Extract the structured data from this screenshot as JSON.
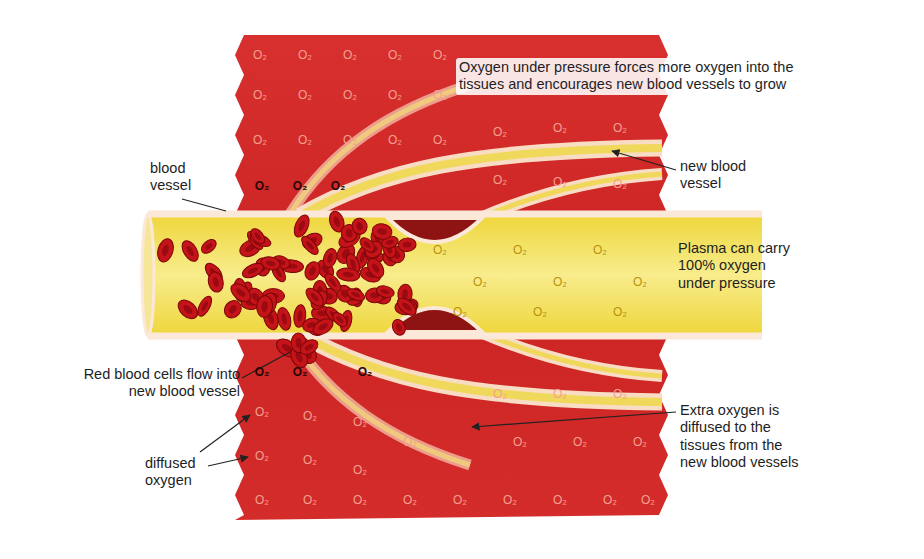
{
  "diagram": {
    "labels": [
      "Oxygen under pressure forces more oxygen into the tissues and encourages new blood vessels to grow",
      "blood vessel",
      "new blood vessel",
      "Plasma can carry 100% oxygen under pressure",
      "Red blood cells flow into new blood vessel",
      "Extra oxygen is diffused to the tissues from the new blood vessels",
      "diffused oxygen",
      "O₂",
      "O₂",
      "O₂",
      "O₂",
      "O₂",
      "O₂",
      "O₂",
      "O₂",
      "O₂",
      "O₂",
      "O₂",
      "O₂",
      "O₂",
      "O₂",
      "O₂",
      "O₂",
      "O₂",
      "O₂",
      "O₂",
      "O₂",
      "O₂",
      "O₂",
      "O₂",
      "O₂",
      "O₂",
      "O₂",
      "O₂",
      "O₂",
      "O₂",
      "O₂",
      "O₂",
      "O₂",
      "O₂",
      "O₂",
      "O₂",
      "O₂",
      "O₂",
      "O₂",
      "O₂",
      "O₂",
      "O₂",
      "O₂",
      "O₂",
      "O₂",
      "O₂",
      "O₂",
      "O₂",
      "O₂",
      "O₂",
      "O₂",
      "O₂",
      "O₂",
      "O₂",
      "O₂",
      "O₂",
      "O₂",
      "O₂",
      "O₂"
    ]
  }
}
